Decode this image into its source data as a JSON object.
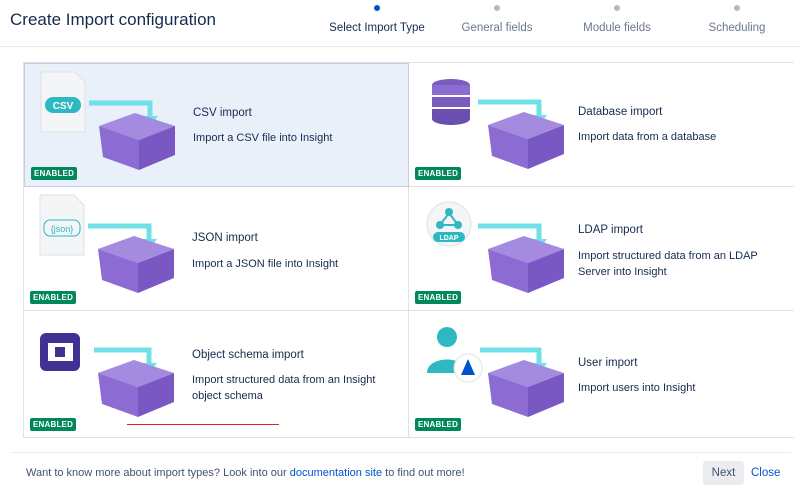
{
  "dialog": {
    "title": "Create Import configuration"
  },
  "stepper": [
    {
      "label": "Select Import Type",
      "active": true
    },
    {
      "label": "General fields",
      "active": false
    },
    {
      "label": "Module fields",
      "active": false
    },
    {
      "label": "Scheduling",
      "active": false
    }
  ],
  "cards": [
    {
      "title": "CSV import",
      "description": "Import a CSV file into Insight",
      "badge": "ENABLED",
      "icon": "csv-file-icon",
      "icon_text": "CSV",
      "selected": true
    },
    {
      "title": "Database import",
      "description": "Import data from a database",
      "badge": "ENABLED",
      "icon": "database-icon",
      "selected": false
    },
    {
      "title": "JSON import",
      "description": "Import a JSON file into Insight",
      "badge": "ENABLED",
      "icon": "json-file-icon",
      "icon_text": "{json}",
      "selected": false
    },
    {
      "title": "LDAP import",
      "description": "Import structured data from an LDAP Server into Insight",
      "badge": "ENABLED",
      "icon": "ldap-icon",
      "icon_text": "LDAP",
      "selected": false
    },
    {
      "title": "Object schema import",
      "description": "Import structured data from an Insight object schema",
      "badge": "ENABLED",
      "icon": "object-schema-icon",
      "selected": false
    },
    {
      "title": "User import",
      "description": "Import users into Insight",
      "badge": "ENABLED",
      "icon": "user-icon",
      "selected": false
    }
  ],
  "footer": {
    "text_before": "Want to know more about import types? Look into our ",
    "link": "documentation site",
    "text_after": " to find out more!",
    "next_label": "Next",
    "close_label": "Close"
  },
  "colors": {
    "accent": "#0052cc",
    "enabled_badge": "#00875a",
    "box_purple": "#8c6bd3",
    "arrow_teal": "#6fe0e6",
    "selected_bg": "#e9f0fa"
  }
}
